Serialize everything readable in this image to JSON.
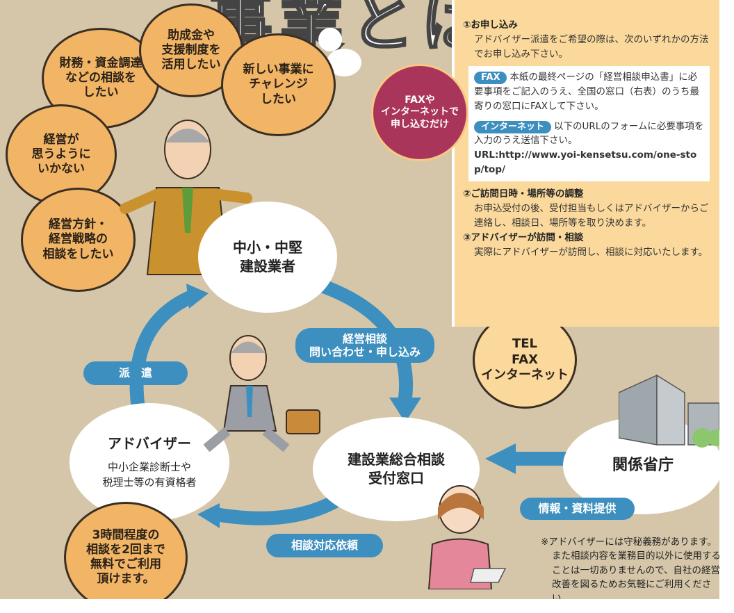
{
  "title": "事業とは",
  "bubbles": {
    "b1": "財務・資金調達\nなどの相談を\nしたい",
    "b2": "助成金や\n支援制度を\n活用したい",
    "b3": "新しい事業に\nチャレンジ\nしたい",
    "b4": "経営が\n思うように\nいかない",
    "b5": "経営方針・\n経営戦略の\n相談をしたい",
    "b6": "3時間程度の\n相談を2回まで\n無料でご利用\n頂けます。",
    "b7": "TEL\nFAX\nインターネット"
  },
  "nodes": {
    "company": "中小・中堅\n建設業者",
    "advisor_title": "アドバイザー",
    "advisor_sub": "中小企業診断士や\n税理士等の有資格者",
    "counter": "建設業総合相談\n受付窓口",
    "ministry": "関係省庁"
  },
  "labels": {
    "inquiry": "経営相談\n問い合わせ・申し込み",
    "dispatch": "派　遣",
    "request": "相談対応依頼",
    "info": "情報・資料提供"
  },
  "seal": "FAXや\nインターネットで\n申し込むだけ",
  "panel": {
    "s1_head": "①お申し込み",
    "s1_text": "アドバイザー派遣をご希望の際は、次のいずれかの方法でお申し込み下さい。",
    "fax_tag": "FAX",
    "fax_text": "本紙の最終ページの「経営相談申込書」に必要事項をご記入のうえ、全国の窓口（右表）のうち最寄りの窓口にFAXして下さい。",
    "net_tag": "インターネット",
    "net_text": "以下のURLのフォームに必要事項を入力のうえ送信下さい。",
    "url": "URL:http://www.yoi-kensetsu.com/one-stop/top/",
    "s2_head": "②ご訪問日時・場所等の調整",
    "s2_text": "お申込受付の後、受付担当もしくはアドバイザーからご連絡し、相談日、場所等を取り決めます。",
    "s3_head": "③アドバイザーが訪問・相談",
    "s3_text": "実際にアドバイザーが訪問し、相談に対応いたします。"
  },
  "note": [
    "※アドバイザーには守秘義務があります。また相談内容を業務目的以外に使用することは一切ありませんので、自社の経営改善を図るためお気軽にご利用ください。"
  ],
  "colors": {
    "bg": "#d5c6a9",
    "bubble": "#f2b566",
    "accent": "#3d8fbf",
    "panel": "#fbd99c",
    "seal": "#a9365a"
  }
}
